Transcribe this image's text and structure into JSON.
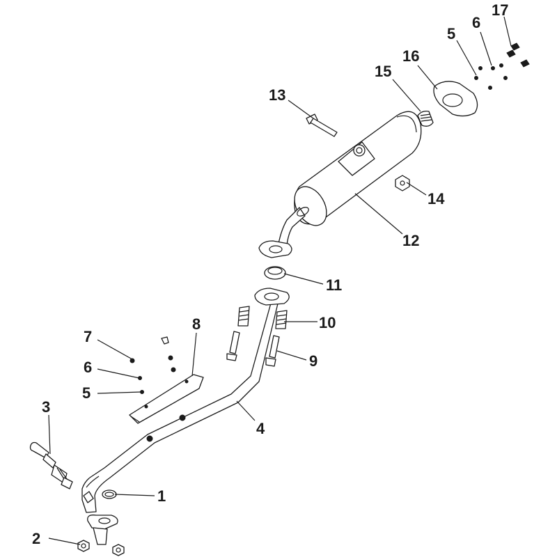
{
  "callouts": [
    {
      "id": "c1",
      "text": "1"
    },
    {
      "id": "c2",
      "text": "2"
    },
    {
      "id": "c3",
      "text": "3"
    },
    {
      "id": "c4",
      "text": "4"
    },
    {
      "id": "c5a",
      "text": "5"
    },
    {
      "id": "c5b",
      "text": "5"
    },
    {
      "id": "c6a",
      "text": "6"
    },
    {
      "id": "c6b",
      "text": "6"
    },
    {
      "id": "c7",
      "text": "7"
    },
    {
      "id": "c8",
      "text": "8"
    },
    {
      "id": "c9",
      "text": "9"
    },
    {
      "id": "c10",
      "text": "10"
    },
    {
      "id": "c11",
      "text": "11"
    },
    {
      "id": "c12",
      "text": "12"
    },
    {
      "id": "c13",
      "text": "13"
    },
    {
      "id": "c14",
      "text": "14"
    },
    {
      "id": "c15",
      "text": "15"
    },
    {
      "id": "c16",
      "text": "16"
    },
    {
      "id": "c17",
      "text": "17"
    }
  ]
}
